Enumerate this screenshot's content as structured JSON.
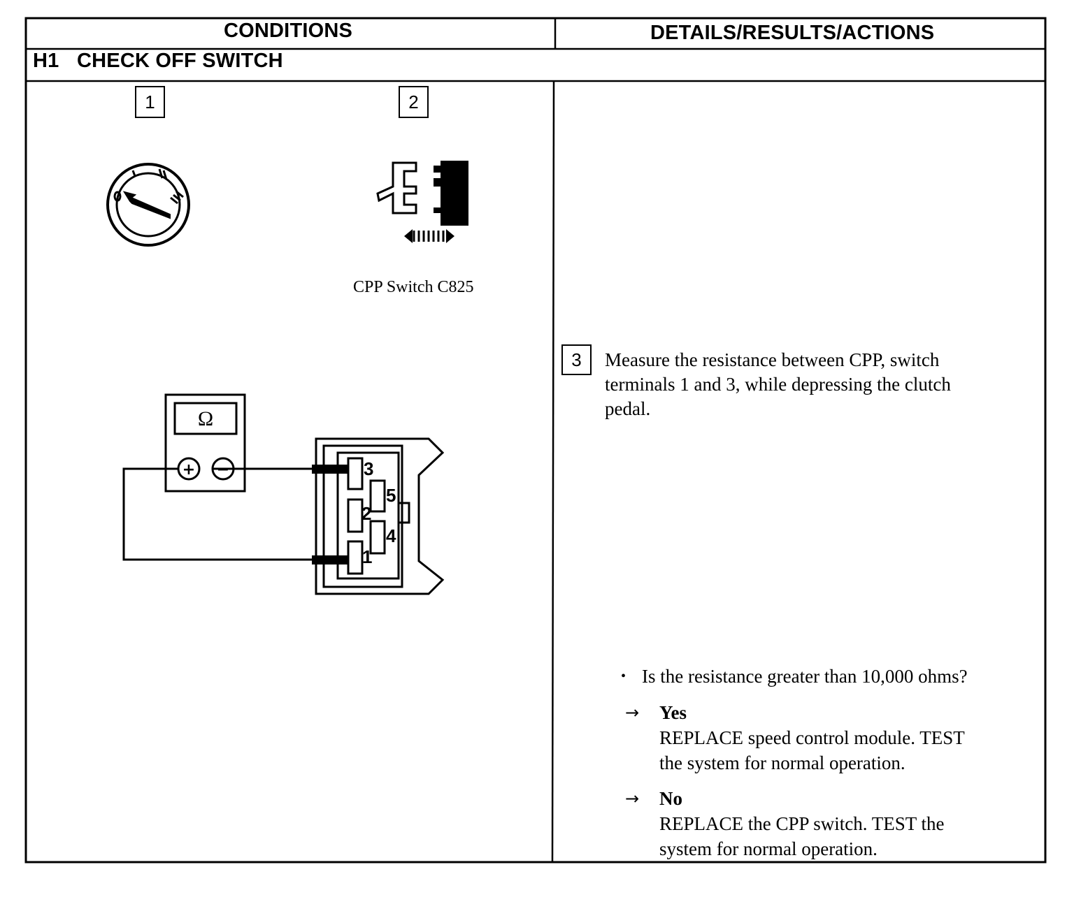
{
  "table": {
    "col_conditions": "CONDITIONS",
    "col_details": "DETAILS/RESULTS/ACTIONS",
    "section_id": "H1",
    "section_title": "CHECK OFF SWITCH"
  },
  "conditions": {
    "step1_number": "1",
    "step2_number": "2",
    "ignition_icon": "ignition-switch-off-icon",
    "connector_icon": "disconnect-connector-icon",
    "connector_caption": "CPP Switch C825",
    "meter_symbol": "Ω",
    "meter_plus": "+",
    "meter_minus": "−",
    "terminals": [
      "3",
      "5",
      "2",
      "4",
      "1"
    ]
  },
  "details": {
    "step3_number": "3",
    "step3_line1": "Measure the resistance between CPP, switch",
    "step3_line2": "terminals 1 and 3, while depressing the clutch",
    "step3_line3": "pedal.",
    "question": "Is the resistance greater than 10,000 ohms?",
    "yes": {
      "label": "Yes",
      "line1": "REPLACE speed control module. TEST",
      "line2": "the system for normal operation."
    },
    "no": {
      "label": "No",
      "line1": "REPLACE the CPP switch. TEST the",
      "line2": "system for normal operation."
    },
    "arrow_glyph": "→",
    "bullet_glyph": "•"
  }
}
